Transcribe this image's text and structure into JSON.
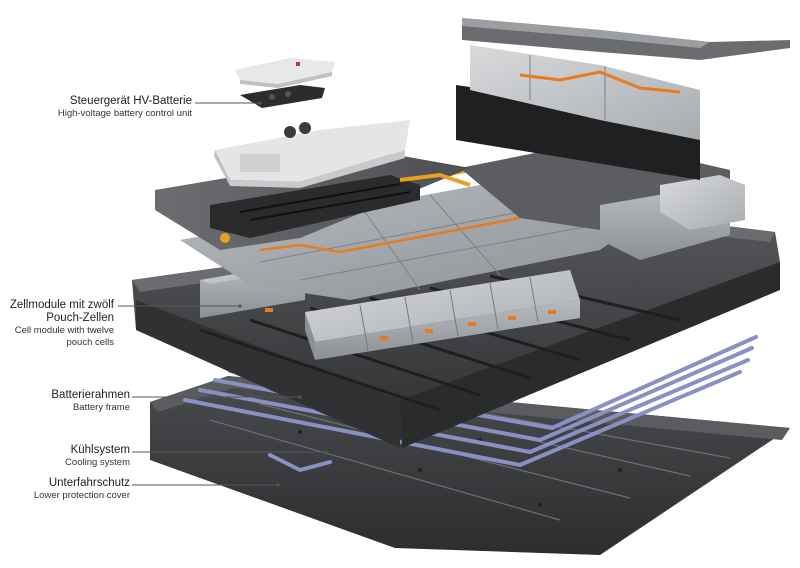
{
  "callouts": [
    {
      "id": "control-unit",
      "de": "Steuergerät HV-Batterie",
      "en": "High-voltage battery control unit"
    },
    {
      "id": "cell-module",
      "de": "Zellmodule mit zwölf Pouch-Zellen",
      "en": "Cell module with twelve pouch cells"
    },
    {
      "id": "frame",
      "de": "Batterierahmen",
      "en": "Battery frame"
    },
    {
      "id": "cooling",
      "de": "Kühlsystem",
      "en": "Cooling system"
    },
    {
      "id": "cover",
      "de": "Unterfahrschutz",
      "en": "Lower protection cover"
    }
  ],
  "colors": {
    "frame": "#3a3b3d",
    "module": "#9fa2a6",
    "accent": "#e87a1f",
    "cooling": "#7f86b8"
  }
}
